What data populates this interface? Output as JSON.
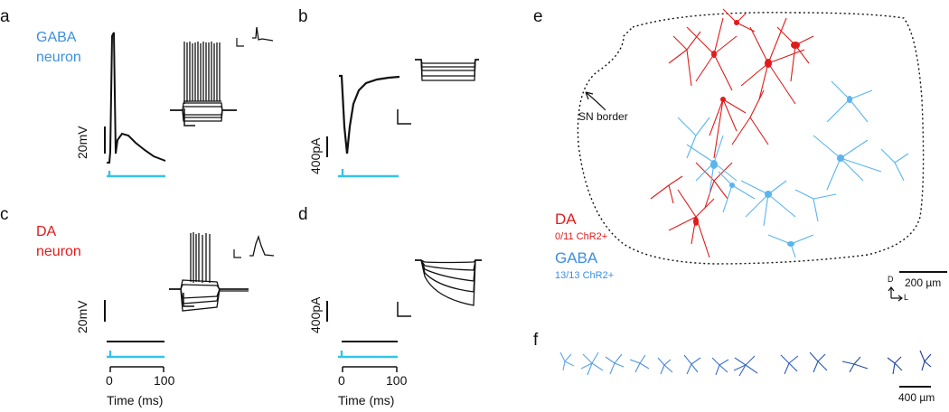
{
  "panels": {
    "a": {
      "letter": "a",
      "neuron_line1": "GABA",
      "neuron_line2": "neuron",
      "scale_label": "20mV"
    },
    "b": {
      "letter": "b",
      "scale_label": "400pA"
    },
    "c": {
      "letter": "c",
      "neuron_line1": "DA",
      "neuron_line2": "neuron",
      "scale_label": "20mV",
      "x_ticks": [
        "0",
        "100"
      ],
      "x_label": "Time (ms)"
    },
    "d": {
      "letter": "d",
      "scale_label": "400pA",
      "x_ticks": [
        "0",
        "100"
      ],
      "x_label": "Time (ms)"
    },
    "e": {
      "letter": "e",
      "border_label": "SN border",
      "da_label": "DA",
      "da_count": "0/11 ChR2+",
      "gaba_label": "GABA",
      "gaba_count": "13/13 ChR2+",
      "scale_label": "200 µm",
      "axis_dorsal": "D",
      "axis_lateral": "L"
    },
    "f": {
      "letter": "f",
      "scale_label": "400 µm"
    }
  },
  "colors": {
    "light_blue": "#33c4ea",
    "gaba_blue": "#3b8fe0",
    "da_red": "#e01b1b",
    "trace": "#111111",
    "cell_dark_blue": "#1f3fa0"
  }
}
